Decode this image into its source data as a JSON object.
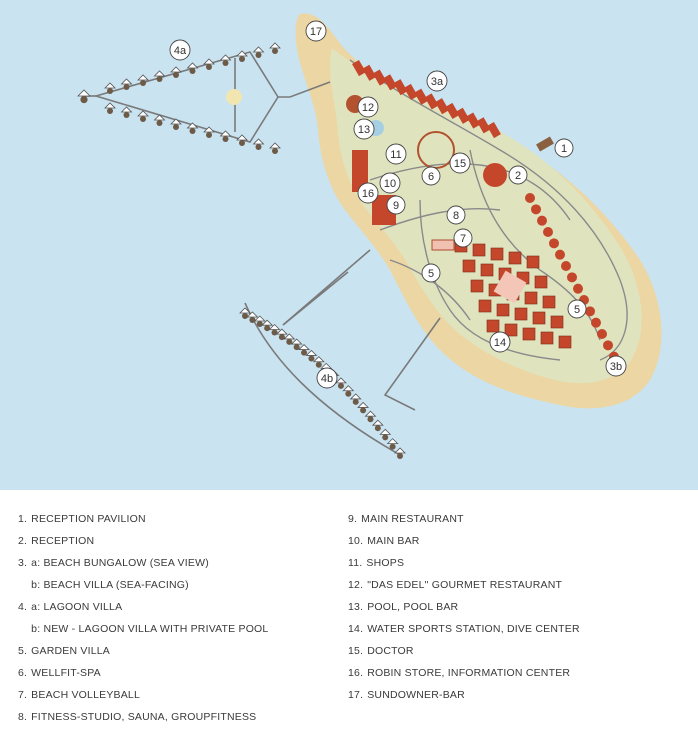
{
  "colors": {
    "sea": "#c9e3f1",
    "sand": "#ecd6a3",
    "grass": "#dfe4bf",
    "roof": "#c4472c",
    "path": "#8a8a8a",
    "marker_fill": "#ffffff",
    "text": "#3a3a3a"
  },
  "markers": [
    {
      "id": "1",
      "label": "1"
    },
    {
      "id": "2",
      "label": "2"
    },
    {
      "id": "3a",
      "label": "3a"
    },
    {
      "id": "3b",
      "label": "3b"
    },
    {
      "id": "4a",
      "label": "4a"
    },
    {
      "id": "4b",
      "label": "4b"
    },
    {
      "id": "5a",
      "label": "5"
    },
    {
      "id": "5b",
      "label": "5"
    },
    {
      "id": "6",
      "label": "6"
    },
    {
      "id": "7",
      "label": "7"
    },
    {
      "id": "8",
      "label": "8"
    },
    {
      "id": "9",
      "label": "9"
    },
    {
      "id": "10",
      "label": "10"
    },
    {
      "id": "11",
      "label": "11"
    },
    {
      "id": "12",
      "label": "12"
    },
    {
      "id": "13",
      "label": "13"
    },
    {
      "id": "14",
      "label": "14"
    },
    {
      "id": "15",
      "label": "15"
    },
    {
      "id": "16",
      "label": "16"
    },
    {
      "id": "17",
      "label": "17"
    }
  ],
  "legend": {
    "left": [
      {
        "num": "1.",
        "text": "RECEPTION PAVILION"
      },
      {
        "num": "2.",
        "text": "RECEPTION"
      },
      {
        "num": "3.",
        "text": "a: BEACH BUNGALOW (SEA VIEW)"
      },
      {
        "num": "3.",
        "text": "b: BEACH VILLA (SEA-FACING)",
        "sub": true
      },
      {
        "num": "4.",
        "text": "a: LAGOON VILLA"
      },
      {
        "num": "4.",
        "text": "b: NEW - LAGOON VILLA WITH PRIVATE POOL",
        "sub": true
      },
      {
        "num": "5.",
        "text": "GARDEN VILLA"
      },
      {
        "num": "6.",
        "text": "WELLFIT-SPA"
      },
      {
        "num": "7.",
        "text": "BEACH VOLLEYBALL"
      },
      {
        "num": "8.",
        "text": "FITNESS-STUDIO, SAUNA, GROUPFITNESS"
      }
    ],
    "right": [
      {
        "num": "9.",
        "text": "MAIN RESTAURANT"
      },
      {
        "num": "10.",
        "text": "MAIN BAR"
      },
      {
        "num": "11.",
        "text": "SHOPS"
      },
      {
        "num": "12.",
        "text": "\"DAS EDEL\" GOURMET RESTAURANT"
      },
      {
        "num": "13.",
        "text": "POOL, POOL BAR"
      },
      {
        "num": "14.",
        "text": "WATER SPORTS STATION, DIVE CENTER"
      },
      {
        "num": "15.",
        "text": "DOCTOR"
      },
      {
        "num": "16.",
        "text": "ROBIN STORE, INFORMATION CENTER"
      },
      {
        "num": "17.",
        "text": "SUNDOWNER-BAR"
      }
    ]
  }
}
